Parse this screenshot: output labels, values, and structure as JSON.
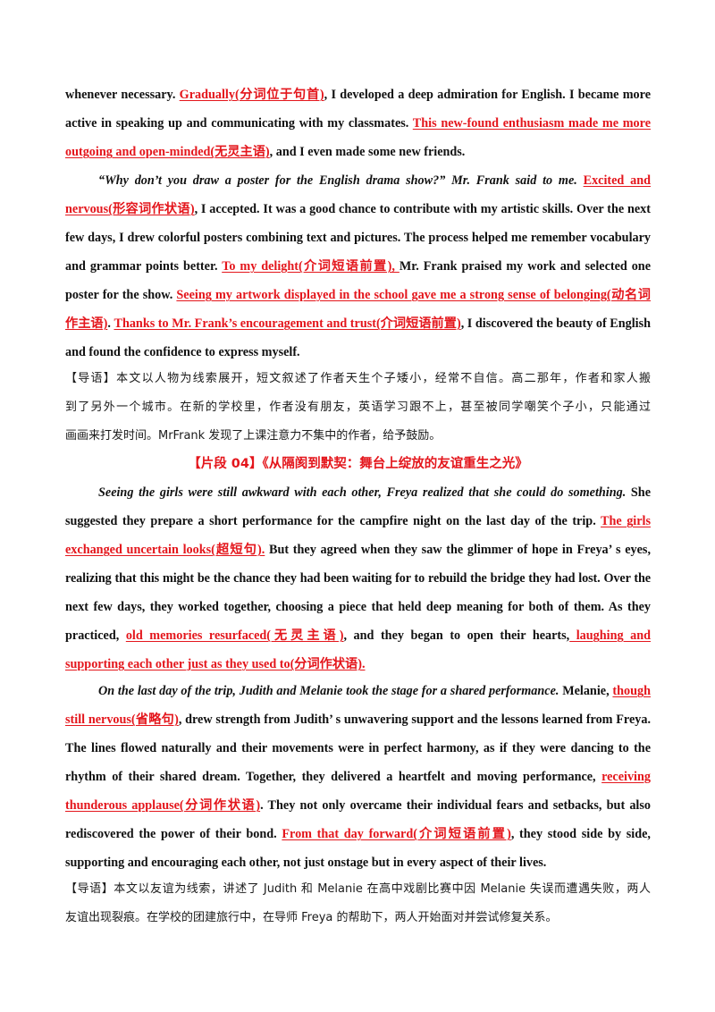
{
  "section3": {
    "l1": {
      "a": "whenever necessary. ",
      "r1": "Gradually(分词位于句首)",
      "b": ", I developed a deep admiration for English. I became more"
    },
    "l2": {
      "a": "active in speaking up and communicating with my classmates. ",
      "r1": "This new-found enthusiasm made me more "
    },
    "l3": {
      "r1": "outgoing and open-minded(无灵主语)",
      "b": ", and I even made some new friends."
    },
    "l4": {
      "q": "“Why don’t you draw a poster for the English drama show?” Mr. Frank said to me. ",
      "r1": "Excited and "
    },
    "l5": {
      "r1": "nervous(形容词作状语)",
      "b": ", I accepted. It was a good chance to contribute with my artistic skills. Over the next"
    },
    "l6": {
      "a": "few days, I drew colorful posters combining text and pictures. The process helped me remember vocabulary"
    },
    "l7": {
      "a": "and grammar points better. ",
      "r1": "To my delight(介词短语前置), ",
      "b": "Mr. Frank praised my work and selected one"
    },
    "l8": {
      "a": "poster for the show. ",
      "r1": "Seeing my artwork displayed in the school gave me a strong sense of belonging(动名词"
    },
    "l9": {
      "r1": "作主语)",
      "b": ". ",
      "r2": "Thanks to Mr. Frank’s encouragement and trust(介词短语前置)",
      "c": ", I discovered the beauty of English"
    },
    "l10": {
      "a": "and found the confidence to express myself."
    },
    "guide": [
      "【导语】本文以人物为线索展开，短文叙述了作者天生个子矮小，经常不自信。高二那年，作者和家人搬",
      "到了另外一个城市。在新的学校里，作者没有朋友，英语学习跟不上，甚至被同学嘲笑个子小，只能通过",
      "画画来打发时间。MrFrank  发现了上课注意力不集中的作者，给予鼓励。"
    ]
  },
  "section4": {
    "title": "【片段 04】《从隔阂到默契：舞台上绽放的友谊重生之光》",
    "l1": {
      "q": "Seeing the girls were still awkward with each other, Freya realized that she could do something.",
      "b": "  She"
    },
    "l2": {
      "a": "suggested they prepare a short performance for the campfire night on the last day of the trip. ",
      "r1": "The girls "
    },
    "l3": {
      "r1": "exchanged uncertain looks(超短句).",
      "b": " But they agreed when they saw the glimmer of hope in Freya’ s eyes,"
    },
    "l4": {
      "a": "realizing that this might be the chance they had been waiting for to rebuild the bridge they had lost. Over the"
    },
    "l5": {
      "a": "next few days, they worked together, choosing a piece that held deep meaning for both of them. As they"
    },
    "l6": {
      "a": "practiced, ",
      "r1": "old memories resurfaced(无灵主语)",
      "b": ", and they began to open their hearts,",
      "r2": " laughing and "
    },
    "l7": {
      "r1": "supporting each other just as they used to(分词作状语)."
    },
    "l8": {
      "q": "On the last day of the trip, Judith and Melanie took the stage for a shared performance.",
      "b": "  Melanie, ",
      "r1": "though"
    },
    "l9": {
      "r1": "still nervous(省略句)",
      "b": ", drew strength from Judith’ s unwavering support and the lessons learned from Freya."
    },
    "l10": {
      "a": "The lines flowed naturally and their movements were in perfect harmony, as if they were dancing to the"
    },
    "l11": {
      "a": "rhythm of their shared dream. Together, they delivered a heartfelt and moving performance, ",
      "r1": " receiving "
    },
    "l12": {
      "r1": "thunderous applause(分词作状语)",
      "b": ". They not only overcame their individual fears and setbacks, but also"
    },
    "l13": {
      "a": "rediscovered the power of their bond. ",
      "r1": "From that day forward(介词短语前置)",
      "b": ", they stood side by side,"
    },
    "l14": {
      "a": "supporting and encouraging each other, not just onstage but in every aspect of their lives."
    },
    "guide": [
      "【导语】本文以友谊为线索，讲述了 Judith 和 Melanie 在高中戏剧比赛中因 Melanie 失误而遭遇失败，两人",
      "友谊出现裂痕。在学校的团建旅行中，在导师 Freya 的帮助下，两人开始面对并尝试修复关系。"
    ]
  },
  "colors": {
    "accent": "#e4161c",
    "text": "#111111"
  }
}
